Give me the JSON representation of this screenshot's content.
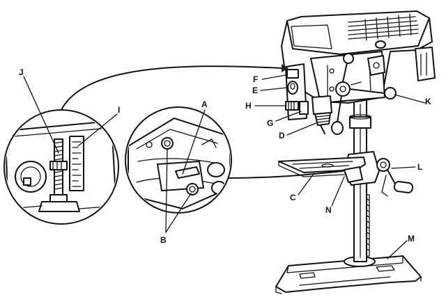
{
  "labels": {
    "A": "A",
    "B": "B",
    "C": "C",
    "D": "D",
    "E": "E",
    "F": "F",
    "G": "G",
    "H": "H",
    "I": "I",
    "J": "J",
    "K": "K",
    "L": "L",
    "M": "M",
    "N": "N"
  }
}
